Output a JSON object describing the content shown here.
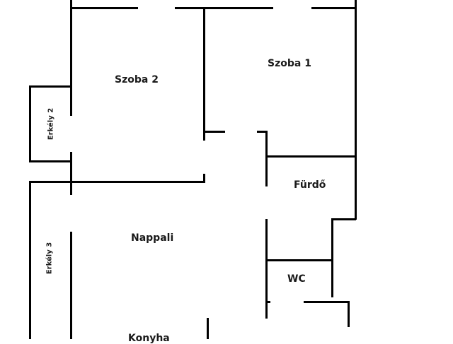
{
  "diagram": {
    "type": "floor-plan",
    "rooms": [
      {
        "id": "szoba1",
        "label": "Szoba 1"
      },
      {
        "id": "szoba2",
        "label": "Szoba 2"
      },
      {
        "id": "erkely2",
        "label": "Erkély 2"
      },
      {
        "id": "erkely3",
        "label": "Erkély 3"
      },
      {
        "id": "nappali",
        "label": "Nappali"
      },
      {
        "id": "furdo",
        "label": "Fürdő"
      },
      {
        "id": "wc",
        "label": "WC"
      },
      {
        "id": "konyha",
        "label": "Konyha"
      }
    ],
    "colors": {
      "wall": "#000000",
      "background": "#ffffff",
      "text": "#1a1a1a"
    }
  }
}
